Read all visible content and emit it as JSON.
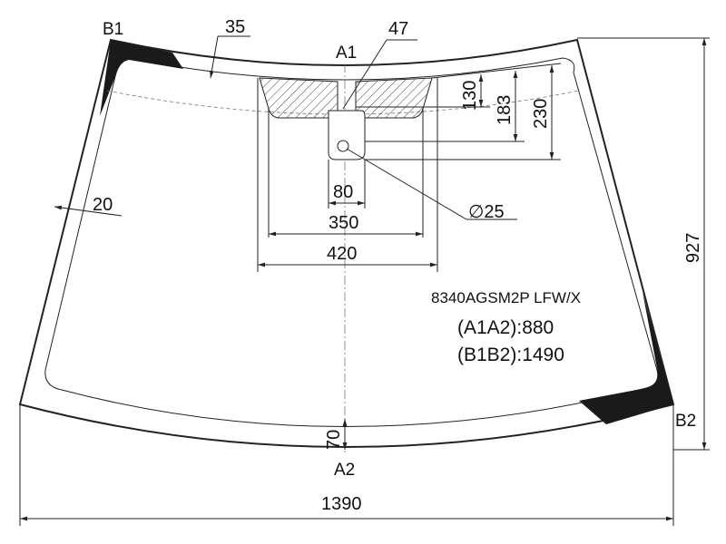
{
  "labels": {
    "b1": "B1",
    "b2": "B2",
    "a1": "A1",
    "a2": "A2"
  },
  "dimensions": {
    "top_band": "35",
    "sensor_offset": "47",
    "side_band": "20",
    "d130": "130",
    "d183": "183",
    "d230": "230",
    "w80": "80",
    "w350": "350",
    "w420": "420",
    "circle": "∅25",
    "height": "927",
    "bottom_band": "70",
    "width": "1390"
  },
  "info": {
    "part_code": "8340AGSM2P LFW/X",
    "a1a2": "(A1A2):880",
    "b1b2": "(B1B2):1490"
  },
  "colors": {
    "ink": "#222222",
    "black_band": "#1a1a1a",
    "hatch": "#444444"
  }
}
